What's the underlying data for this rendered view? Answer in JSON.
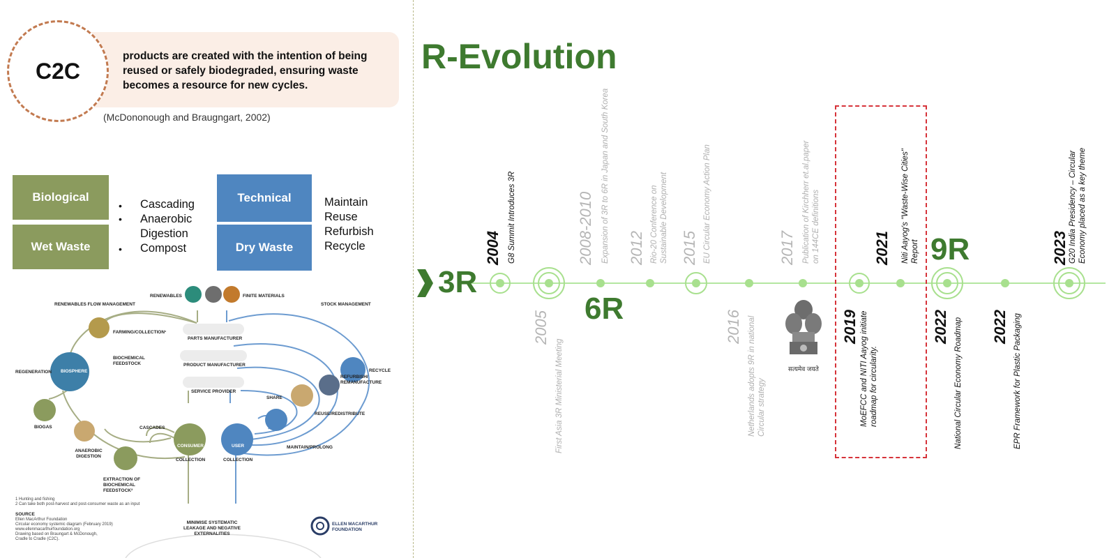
{
  "c2c": {
    "label": "C2C",
    "definition": "products are created with the intention of being reused or safely biodegraded, ensuring waste becomes a resource for new cycles.",
    "citation": "(McDononough and Braugngart, 2002)"
  },
  "waste": {
    "biological": "Biological",
    "wet_waste": "Wet Waste",
    "bio_items": [
      "Cascading",
      "Anaerobic",
      "Digestion",
      "Compost"
    ],
    "technical": "Technical",
    "dry_waste": "Dry Waste",
    "tech_items": [
      "Maintain",
      "Reuse",
      "Refurbish",
      "Recycle"
    ]
  },
  "diagram": {
    "renewables": "RENEWABLES",
    "finite": "FINITE MATERIALS",
    "renew_flow": "RENEWABLES FLOW MANAGEMENT",
    "stock": "STOCK MANAGEMENT",
    "farming": "FARMING/COLLECTION¹",
    "parts": "PARTS MANUFACTURER",
    "product": "PRODUCT MANUFACTURER",
    "service": "SERVICE PROVIDER",
    "biochem": "BIOCHEMICAL FEEDSTOCK",
    "regeneration": "REGENERATION",
    "biosphere": "BIOSPHERE",
    "biogas": "BIOGAS",
    "anaerobic": "ANAEROBIC DIGESTION",
    "extraction": "EXTRACTION OF BIOCHEMICAL FEEDSTOCK²",
    "cascades": "CASCADES",
    "consumer": "CONSUMER",
    "user": "USER",
    "collection": "COLLECTION",
    "share": "SHARE",
    "maintain": "MAINTAIN/PROLONG",
    "reuse": "REUSE/REDISTRIBUTE",
    "refurbish": "REFURBISH/ REMANUFACTURE",
    "recycle": "RECYCLE",
    "minimise": "MINIMISE SYSTEMATIC LEAKAGE AND NEGATIVE EXTERNALITIES",
    "foot1": "1 Hunting and fishing",
    "foot2": "2 Can take both post-harvest and post-consumer waste as an input",
    "source_title": "SOURCE",
    "source1": "Ellen MacArthur Foundation",
    "source2": "Circular economy systemic diagram (February 2019)",
    "source3": "www.ellenmacarthurfoundation.org",
    "source4": "Drawing based on Braungart & McDonough,",
    "source5": "Cradle to Cradle (C2C).",
    "logo": "ELLEN MACARTHUR FOUNDATION"
  },
  "timeline": {
    "title": "R-Evolution",
    "start": "3R",
    "mid": "6R",
    "end": "9R",
    "emblem_caption": "सत्यमेव जयते",
    "events": [
      {
        "year": "2004",
        "text": "G8 Summit Introduces 3R"
      },
      {
        "year": "2005",
        "text": "First Asia 3R Ministerial Meeting"
      },
      {
        "year": "2008-2010",
        "text": "Expansion of 3R to 6R in Japan and South Korea"
      },
      {
        "year": "2012",
        "text": "Rio-20 Conference on Sustainable Development"
      },
      {
        "year": "2015",
        "text": "EU Circular Economy Action Plan"
      },
      {
        "year": "2016",
        "text": "Netherlands adopts 9R in national Circular strategy"
      },
      {
        "year": "2017",
        "text": "Publication of Kirchherr et.al.paper on 144CE definitions"
      },
      {
        "year": "2019",
        "text": "MoEFCC and NITI Aayog initiate roadmap for circularity."
      },
      {
        "year": "2021",
        "text": "Niti Aayog's \"Waste-Wise Cities\" Report"
      },
      {
        "year": "2022",
        "text": "National Circular Economy Roadmap"
      },
      {
        "year": "2022",
        "text": "EPR Framework for Plastic Packaging"
      },
      {
        "year": "2023",
        "text": "G20 India Presidency – Circular Economy placed as a key theme"
      }
    ]
  },
  "colors": {
    "green": "#3e7a2f",
    "line": "#a8e08e",
    "olive": "#8b9b5e",
    "blue": "#4f86c0",
    "red": "#d6333a"
  }
}
